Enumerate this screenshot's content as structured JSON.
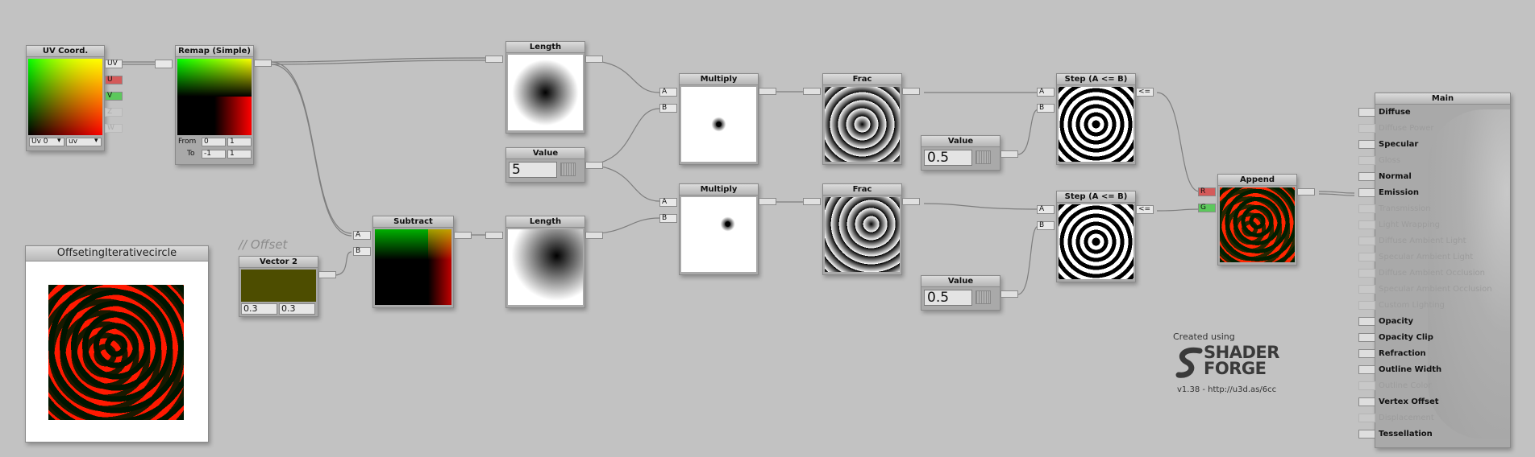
{
  "nodes": {
    "uv_coord": {
      "title": "UV Coord.",
      "outputs": [
        "UV",
        "U",
        "V",
        "Z",
        "W"
      ],
      "uv_channel": "Uv 0",
      "mode": "uv"
    },
    "remap": {
      "title": "Remap (Simple)",
      "from_label": "From",
      "to_label": "To",
      "from_min": "0",
      "from_max": "1",
      "to_min": "-1",
      "to_max": "1"
    },
    "length1": {
      "title": "Length"
    },
    "length2": {
      "title": "Length"
    },
    "value5": {
      "title": "Value",
      "value": "5"
    },
    "multiply1": {
      "title": "Multiply",
      "in_a": "A",
      "in_b": "B"
    },
    "multiply2": {
      "title": "Multiply",
      "in_a": "A",
      "in_b": "B"
    },
    "frac1": {
      "title": "Frac"
    },
    "frac2": {
      "title": "Frac"
    },
    "value_a": {
      "title": "Value",
      "value": "0.5"
    },
    "value_b": {
      "title": "Value",
      "value": "0.5"
    },
    "step1": {
      "title": "Step (A <= B)",
      "in_a": "A",
      "in_b": "B",
      "out": "<="
    },
    "step2": {
      "title": "Step (A <= B)",
      "in_a": "A",
      "in_b": "B",
      "out": "<="
    },
    "append": {
      "title": "Append",
      "in_r": "R",
      "in_g": "G"
    },
    "subtract": {
      "title": "Subtract",
      "in_a": "A",
      "in_b": "B"
    },
    "vector2": {
      "title": "Vector 2",
      "x": "0.3",
      "y": "0.3"
    },
    "preview": {
      "title": "OffsetingIterativecircle"
    }
  },
  "comment": "// Offset",
  "branding": {
    "created": "Created using",
    "brand1": "SHADER",
    "brand2": "FORGE",
    "version": "v1.38 - http://u3d.as/6cc"
  },
  "main": {
    "title": "Main",
    "inputs": [
      {
        "label": "Diffuse",
        "active": true
      },
      {
        "label": "Diffuse Power",
        "active": false
      },
      {
        "label": "Specular",
        "active": true
      },
      {
        "label": "Gloss",
        "active": false
      },
      {
        "label": "Normal",
        "active": true
      },
      {
        "label": "Emission",
        "active": true
      },
      {
        "label": "Transmission",
        "active": false
      },
      {
        "label": "Light Wrapping",
        "active": false
      },
      {
        "label": "Diffuse Ambient Light",
        "active": false
      },
      {
        "label": "Specular Ambient Light",
        "active": false
      },
      {
        "label": "Diffuse Ambient Occlusion",
        "active": false
      },
      {
        "label": "Specular Ambient Occlusion",
        "active": false
      },
      {
        "label": "Custom Lighting",
        "active": false
      },
      {
        "label": "Opacity",
        "active": true
      },
      {
        "label": "Opacity Clip",
        "active": true
      },
      {
        "label": "Refraction",
        "active": true
      },
      {
        "label": "Outline Width",
        "active": true
      },
      {
        "label": "Outline Color",
        "active": false
      },
      {
        "label": "Vertex Offset",
        "active": true
      },
      {
        "label": "Displacement",
        "active": false
      },
      {
        "label": "Tessellation",
        "active": true
      }
    ]
  },
  "colors": {
    "port_red": "#d45a5a",
    "port_green": "#5cc85c",
    "canvas": "#c2c2c2"
  }
}
